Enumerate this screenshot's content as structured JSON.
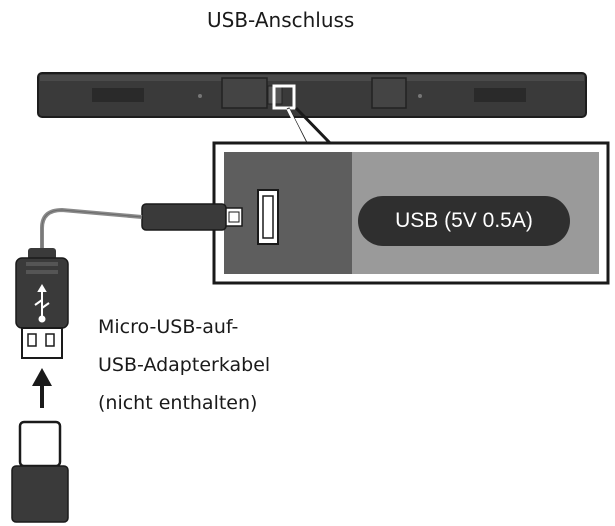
{
  "labels": {
    "title": "USB-Anschluss",
    "port": "USB (5V 0.5A)",
    "cable": [
      "Micro-USB-auf-",
      "USB-Adapterkabel",
      "(nicht enthalten)"
    ]
  },
  "colors": {
    "soundbar_body": "#3a3a3a",
    "panel_dark": "#5e5e5e",
    "panel_light": "#9a9a9a",
    "badge": "#2f2f2f",
    "cable": "#8a8a8a",
    "connector": "#3a3a3a"
  },
  "icons": {
    "usb": "usb-icon",
    "arrow": "arrow-up-icon"
  }
}
